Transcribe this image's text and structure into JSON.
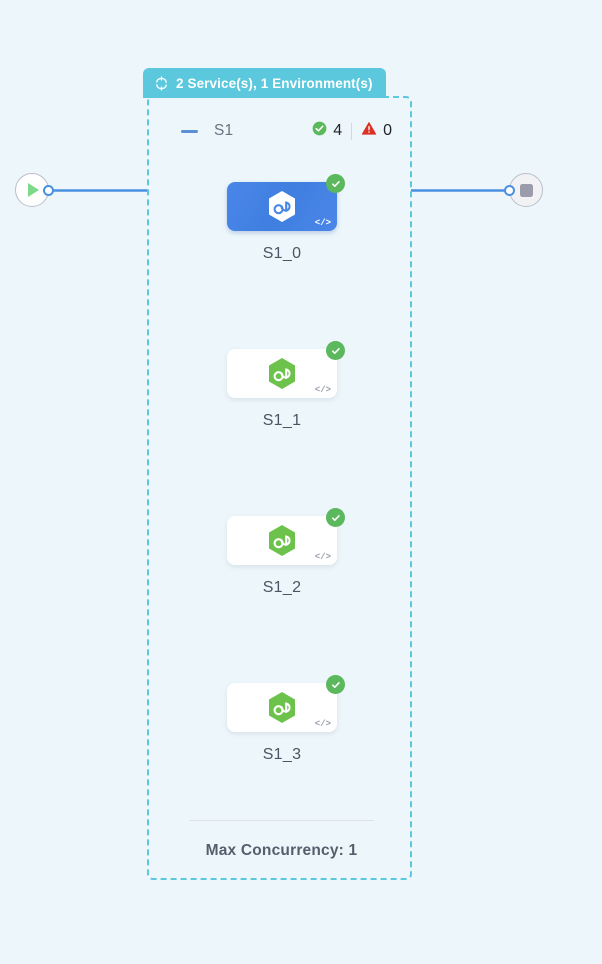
{
  "canvas": {
    "background_color": "#edf6fa"
  },
  "start_node": {
    "icon": "play-icon",
    "handle": "source-handle"
  },
  "end_node": {
    "icon": "stop-icon",
    "handle": "target-handle"
  },
  "group": {
    "badge": {
      "icon": "loop-sync-icon",
      "label": "2 Service(s), 1 Environment(s)",
      "background_color": "#5bc8dd"
    },
    "border_color": "#5bc8dd",
    "header": {
      "collapse_icon": "minus-collapse-icon",
      "title": "S1",
      "status": {
        "success_icon": "check-circle-icon",
        "success_count": "4",
        "warning_icon": "warning-triangle-icon",
        "warning_count": "0",
        "success_color": "#5cb85c",
        "warning_color": "#dc3226"
      }
    },
    "nodes": [
      {
        "label": "S1_0",
        "selected": true,
        "hex_color": "#ffffff",
        "status_icon": "check-circle-icon",
        "code_icon": "code-brackets-icon",
        "code_glyph": "</>"
      },
      {
        "label": "S1_1",
        "selected": false,
        "hex_color": "#6cc24a",
        "status_icon": "check-circle-icon",
        "code_icon": "code-brackets-icon",
        "code_glyph": "</>"
      },
      {
        "label": "S1_2",
        "selected": false,
        "hex_color": "#6cc24a",
        "status_icon": "check-circle-icon",
        "code_icon": "code-brackets-icon",
        "code_glyph": "</>"
      },
      {
        "label": "S1_3",
        "selected": false,
        "hex_color": "#6cc24a",
        "status_icon": "check-circle-icon",
        "code_icon": "code-brackets-icon",
        "code_glyph": "</>"
      }
    ],
    "footer": {
      "max_concurrency_label": "Max Concurrency: 1"
    }
  },
  "edges": {
    "color": "#4a90e2"
  }
}
